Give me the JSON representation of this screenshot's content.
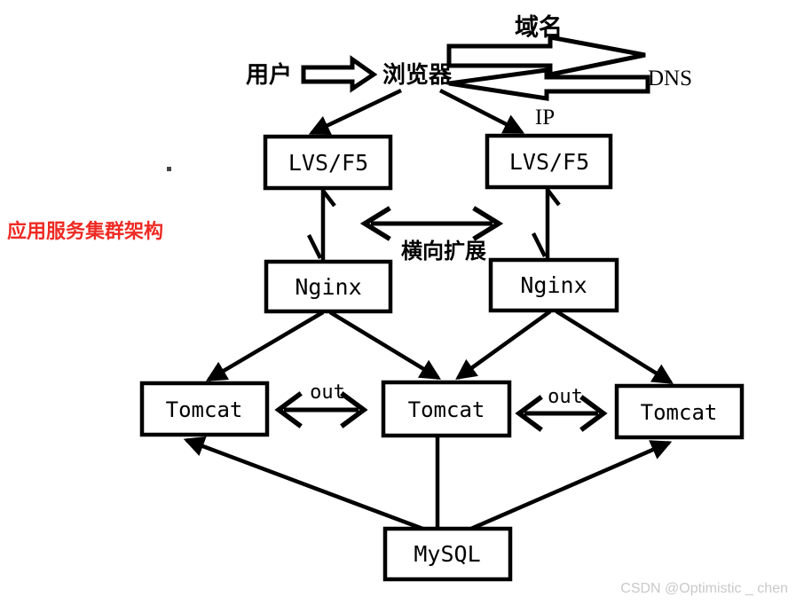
{
  "diagram": {
    "type": "architecture-diagram",
    "title": "应用服务集群架构",
    "top_labels": {
      "user": "用户",
      "browser": "浏览器",
      "domain": "域名",
      "dns": "DNS",
      "ip": "IP"
    },
    "scale_label": "横向扩展",
    "out_label_left": "out",
    "out_label_right": "out",
    "nodes": {
      "lvs_left": "LVS/F5",
      "lvs_right": "LVS/F5",
      "nginx_left": "Nginx",
      "nginx_right": "Nginx",
      "tomcat_left": "Tomcat",
      "tomcat_center": "Tomcat",
      "tomcat_right": "Tomcat",
      "mysql": "MySQL"
    },
    "edges": [
      {
        "from": "用户",
        "to": "浏览器",
        "style": "block-arrow"
      },
      {
        "from": "浏览器",
        "to": "DNS",
        "label": "域名",
        "style": "block-arrow"
      },
      {
        "from": "DNS",
        "to": "浏览器",
        "label": "IP",
        "style": "block-arrow"
      },
      {
        "from": "浏览器",
        "to": "LVS/F5 (left)",
        "style": "arrow"
      },
      {
        "from": "浏览器",
        "to": "LVS/F5 (right)",
        "style": "arrow"
      },
      {
        "from": "LVS/F5 (left)",
        "to": "Nginx (left)",
        "style": "double-arrow"
      },
      {
        "from": "LVS/F5 (right)",
        "to": "Nginx (right)",
        "style": "double-arrow"
      },
      {
        "from": "LVS/F5 (left)",
        "to": "LVS/F5 (right)",
        "label": "横向扩展",
        "style": "double-arrow"
      },
      {
        "from": "Nginx (left)",
        "to": "Tomcat (left)",
        "style": "arrow"
      },
      {
        "from": "Nginx (left)",
        "to": "Tomcat (center)",
        "style": "arrow"
      },
      {
        "from": "Nginx (right)",
        "to": "Tomcat (center)",
        "style": "arrow"
      },
      {
        "from": "Nginx (right)",
        "to": "Tomcat (right)",
        "style": "arrow"
      },
      {
        "from": "Tomcat (left)",
        "to": "Tomcat (center)",
        "label": "out",
        "style": "double-arrow"
      },
      {
        "from": "Tomcat (center)",
        "to": "Tomcat (right)",
        "label": "out",
        "style": "double-arrow"
      },
      {
        "from": "MySQL",
        "to": "Tomcat (left)",
        "style": "arrow"
      },
      {
        "from": "MySQL",
        "to": "Tomcat (center)",
        "style": "arrow"
      },
      {
        "from": "MySQL",
        "to": "Tomcat (right)",
        "style": "arrow"
      }
    ],
    "colors": {
      "stroke": "#000000",
      "title_red": "#ee2b24",
      "watermark_gray": "#c9c9c9",
      "background": "#ffffff"
    },
    "watermark": "CSDN @Optimistic _ chen"
  }
}
